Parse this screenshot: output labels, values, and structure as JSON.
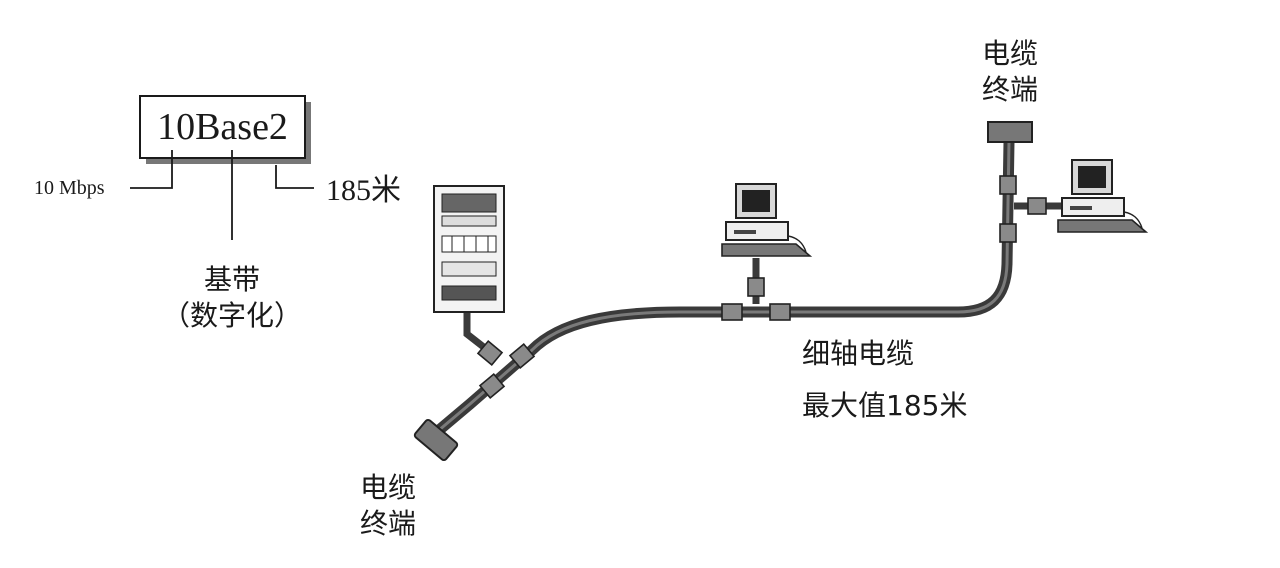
{
  "standard": {
    "name": "10Base2",
    "speed": "10 Mbps",
    "signaling": "基带",
    "signaling_note": "（数字化）",
    "segment_length": "185米"
  },
  "cable": {
    "type": "细轴电缆",
    "max_length": "最大值185米"
  },
  "terminators": [
    {
      "line1": "电缆",
      "line2": "终端"
    },
    {
      "line1": "电缆",
      "line2": "终端"
    }
  ],
  "colors": {
    "ink": "#1a1a1a",
    "cable": "#3a3a3a",
    "connector": "#8a8a8a",
    "background": "#ffffff"
  }
}
